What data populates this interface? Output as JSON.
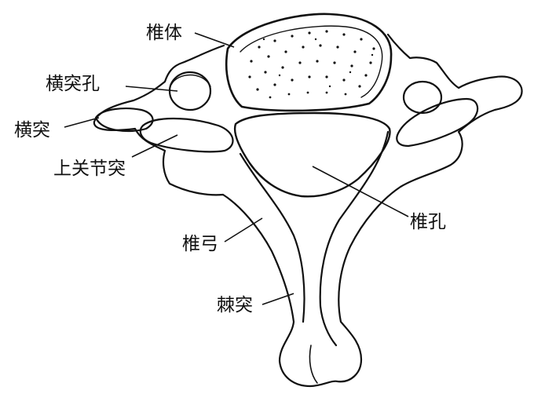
{
  "labels": {
    "vertebral_body": "椎体",
    "transverse_foramen": "横突孔",
    "transverse_process": "横突",
    "superior_articular_process": "上关节突",
    "vertebral_foramen": "椎孔",
    "vertebral_arch": "椎弓",
    "spinous_process": "棘突"
  },
  "colors": {
    "ink": "#111111",
    "paper": "#ffffff"
  }
}
